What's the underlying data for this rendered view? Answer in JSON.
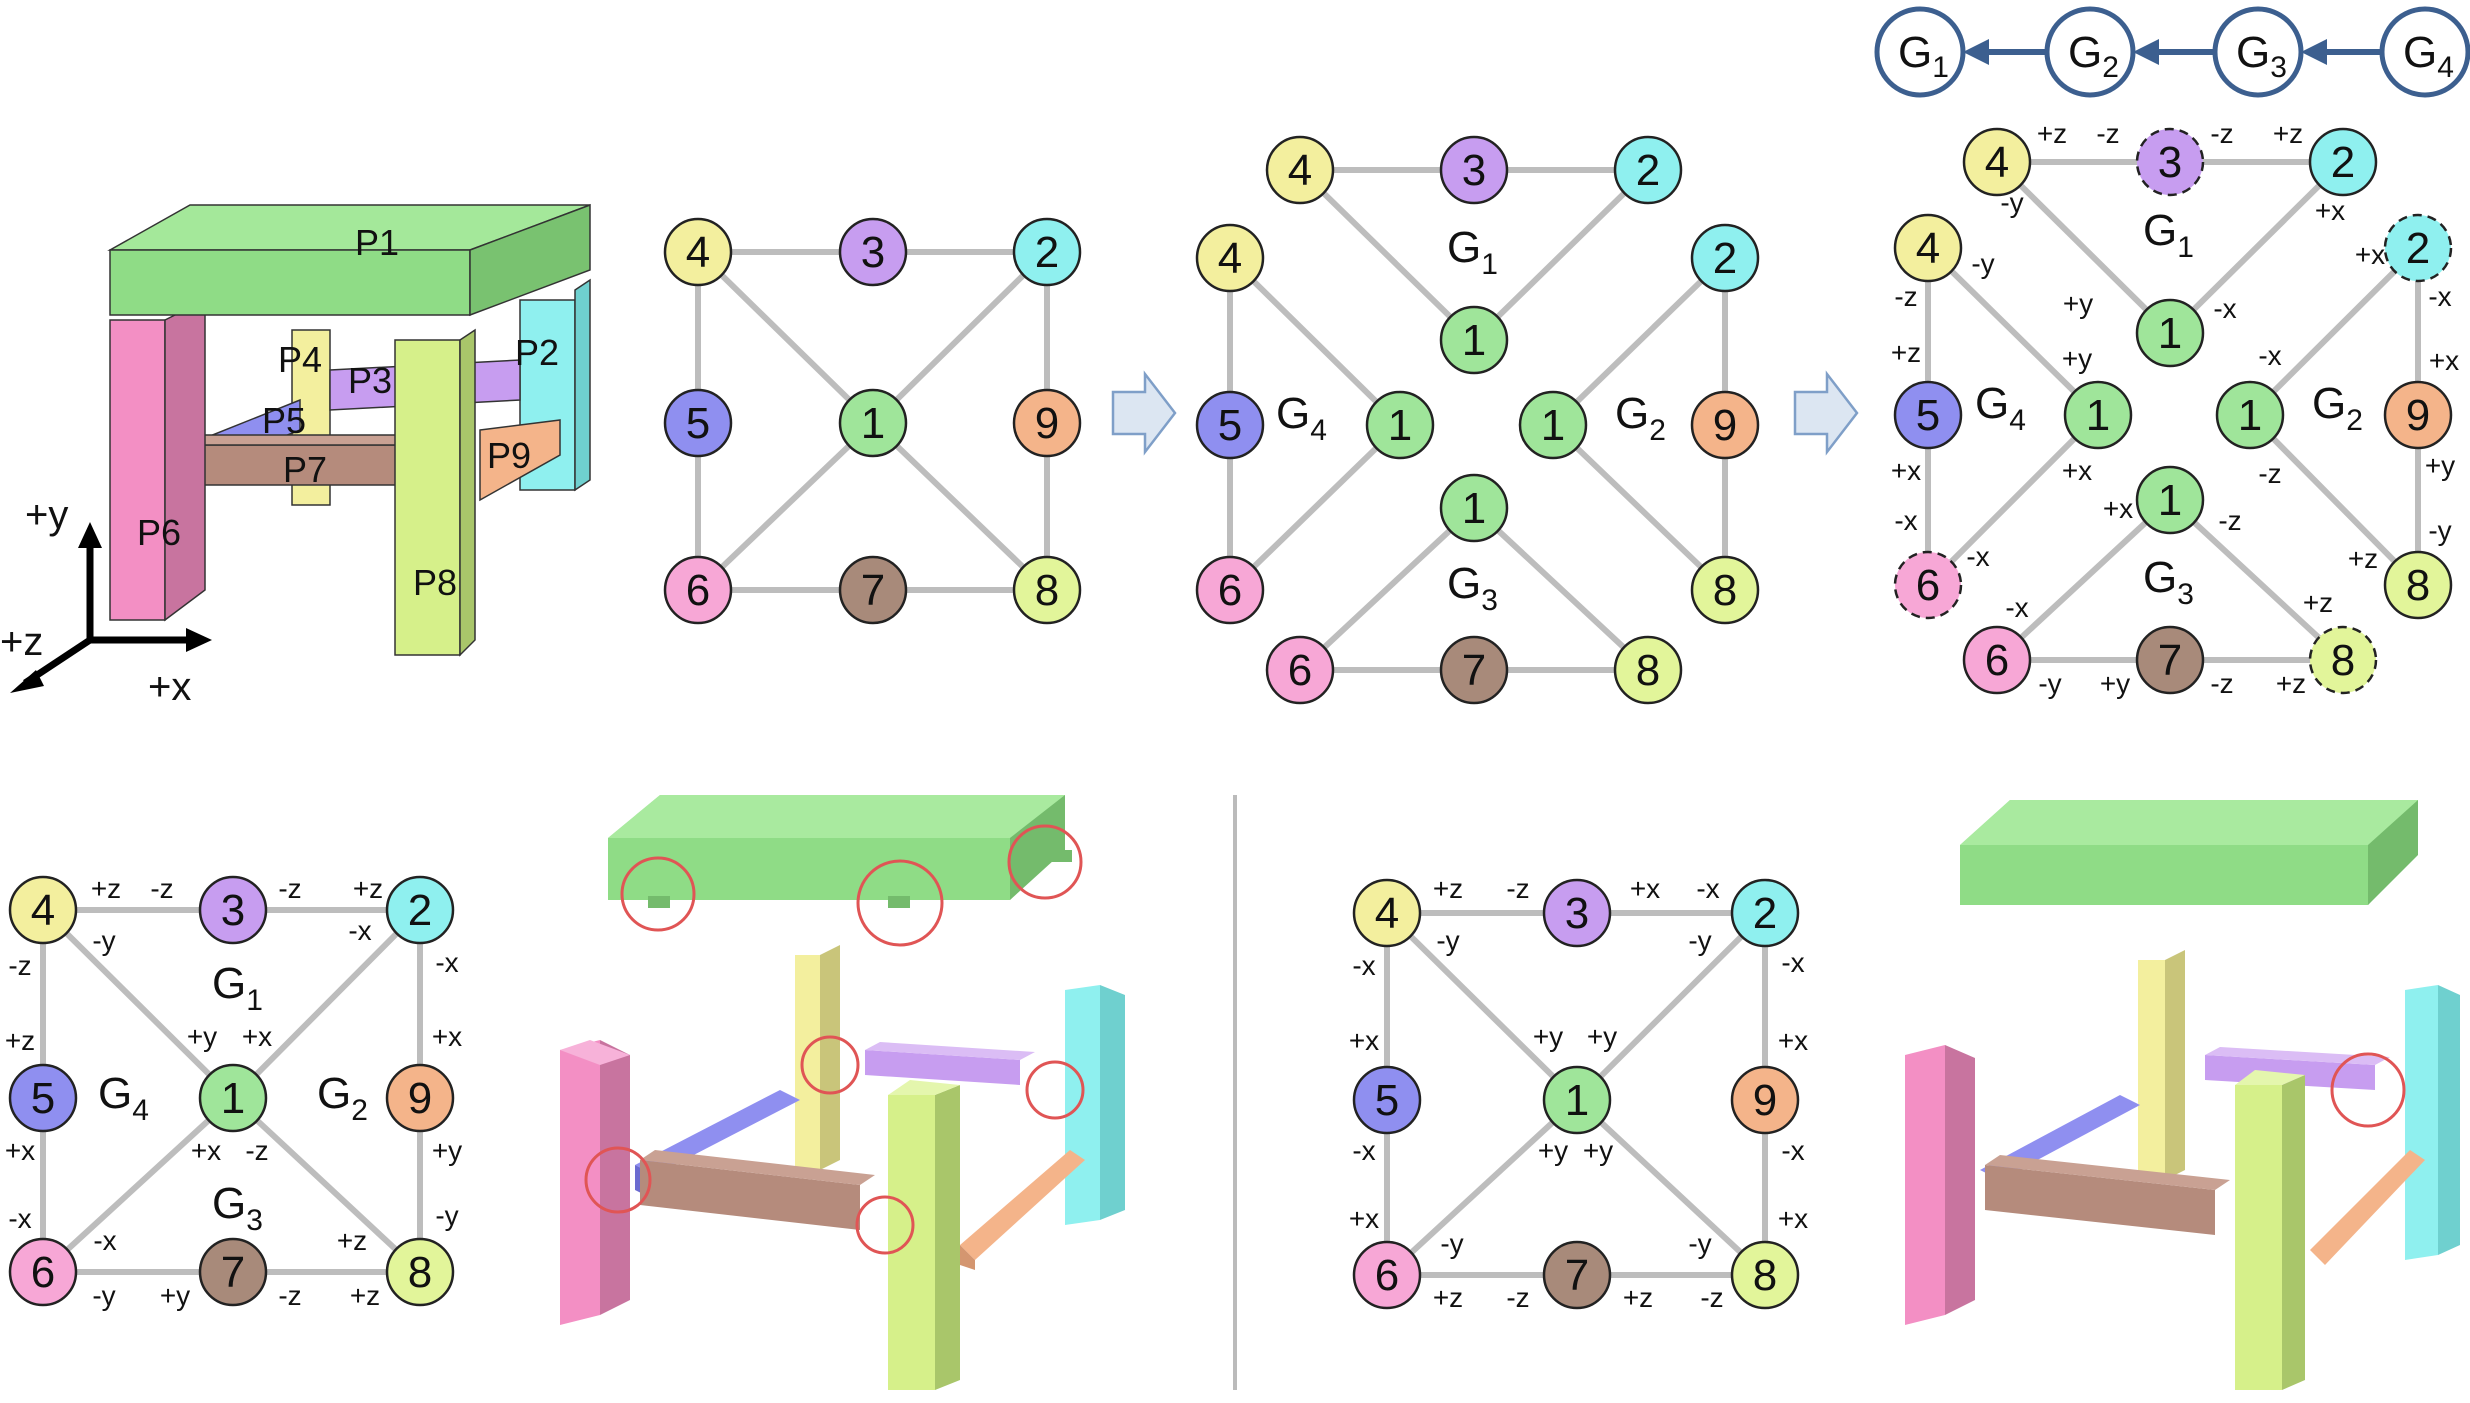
{
  "colors": {
    "n1": "#9fe59a",
    "n2": "#8ff0ef",
    "n3": "#c79df0",
    "n4": "#f3ef9e",
    "n5": "#8f8ff0",
    "n6": "#f7a7d6",
    "n7": "#a88a7a",
    "n8": "#e2f59a",
    "n9": "#f4b48a",
    "edge": "#bdbdbd",
    "highlight": "#e05555",
    "chain": "#3c5f8f"
  },
  "parts": {
    "P1": "P1",
    "P2": "P2",
    "P3": "P3",
    "P4": "P4",
    "P5": "P5",
    "P6": "P6",
    "P7": "P7",
    "P8": "P8",
    "P9": "P9"
  },
  "axes": {
    "y": "+y",
    "z": "+z",
    "x": "+x"
  },
  "nodes": {
    "n1": "1",
    "n2": "2",
    "n3": "3",
    "n4": "4",
    "n5": "5",
    "n6": "6",
    "n7": "7",
    "n8": "8",
    "n9": "9"
  },
  "groups": {
    "g1": "G",
    "g2": "G",
    "g3": "G",
    "g4": "G",
    "s1": "1",
    "s2": "2",
    "s3": "3",
    "s4": "4"
  },
  "chain": [
    "G1",
    "G2",
    "G3",
    "G4"
  ],
  "dir": {
    "pz": "+z",
    "mz": "-z",
    "py": "+y",
    "my": "-y",
    "px": "+x",
    "mx": "-x"
  }
}
